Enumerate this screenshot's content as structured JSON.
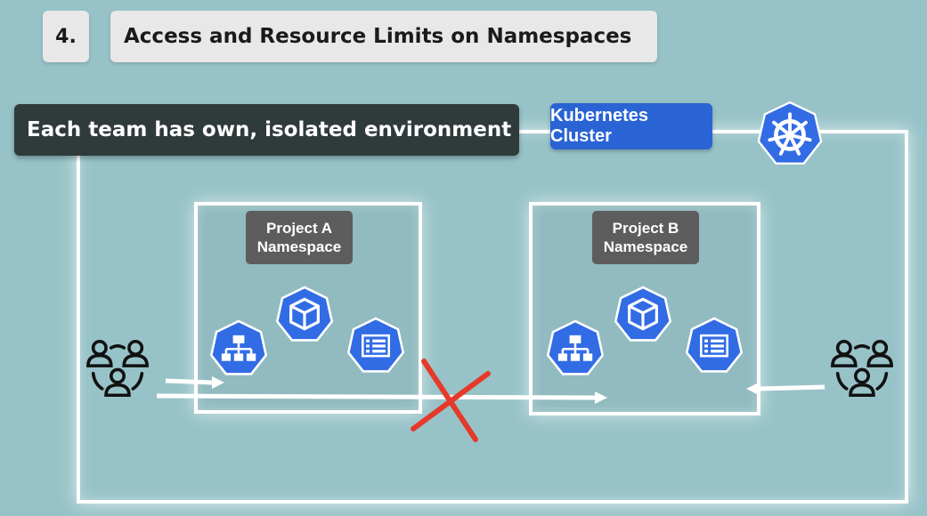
{
  "header": {
    "number": "4.",
    "title": "Access and Resource Limits on Namespaces"
  },
  "callout": {
    "text": "Each team has own, isolated environment"
  },
  "cluster": {
    "label": "Kubernetes Cluster",
    "logo_icon": "kubernetes-helm-icon"
  },
  "namespaces": [
    {
      "line1": "Project A",
      "line2": "Namespace",
      "icons": [
        "network-hierarchy-icon",
        "cube-icon",
        "list-icon"
      ]
    },
    {
      "line1": "Project B",
      "line2": "Namespace",
      "icons": [
        "network-hierarchy-icon",
        "cube-icon",
        "list-icon"
      ]
    }
  ],
  "teams": [
    {
      "icon": "team-users-icon"
    },
    {
      "icon": "team-users-icon"
    }
  ],
  "colors": {
    "background": "#97c3c8",
    "k8s_blue": "#326ce5",
    "cluster_label_bg": "#2a64d4",
    "namespace_label_bg": "#5d5d5d",
    "callout_bg": "#2f3a3b",
    "blocked_cross": "#e53a2a"
  }
}
